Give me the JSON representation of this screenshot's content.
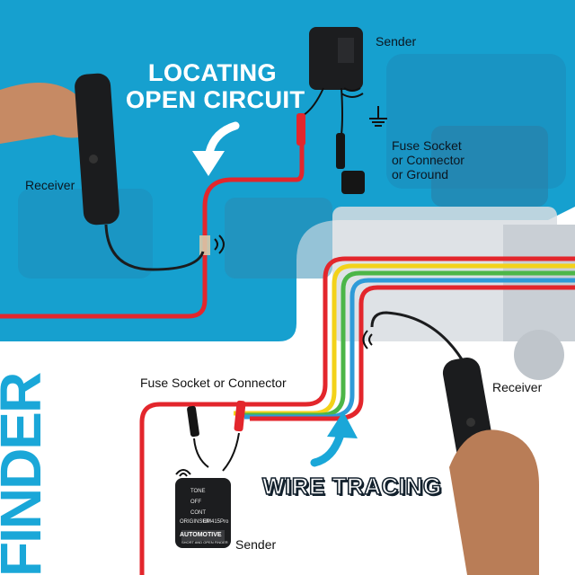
{
  "headline_open": {
    "line1": "LOCATING",
    "line2": "OPEN CIRCUIT"
  },
  "headline_trace": "WIRE TRACING",
  "side_word": "FINDER",
  "labels": {
    "sender_top": "Sender",
    "receiver_top": "Receiver",
    "fuse_top": [
      "Fuse Socket",
      "or Connector",
      "or Ground"
    ],
    "fuse_bottom": "Fuse Socket or Connector",
    "receiver_bottom": "Receiver",
    "sender_bottom": "Sender"
  },
  "sender_device": {
    "switch": [
      "TONE",
      "OFF",
      "CONT"
    ],
    "brand": "AUTOMOTIVE",
    "model": "EM415Pro",
    "sub": "SHORT AND OPEN FINDER",
    "maker": "ORIGINSUP"
  },
  "colors": {
    "top_bg": "#16a0cf",
    "wire_red": "#e3262c",
    "wire_yellow": "#f3d21a",
    "wire_green": "#4cb648",
    "wire_blue": "#2f9bd8",
    "accent": "#1aa7d8"
  }
}
